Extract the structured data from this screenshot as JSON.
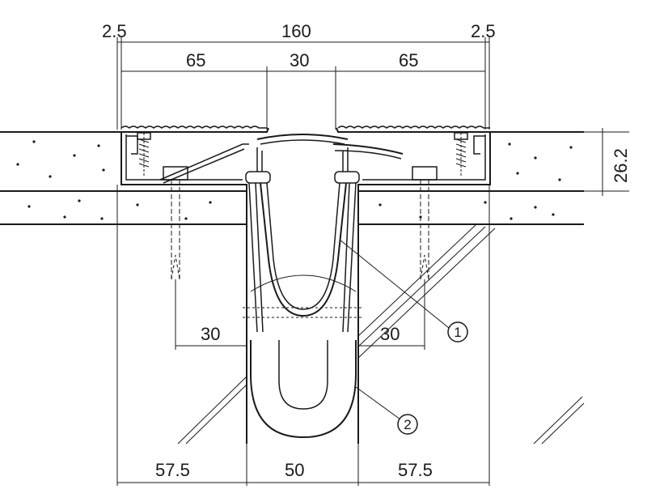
{
  "dimensions": {
    "top_left_gap": "2.5",
    "top_overall": "160",
    "top_right_gap": "2.5",
    "left_plate": "65",
    "center_gap": "30",
    "right_plate": "65",
    "cover_thickness": "26.2",
    "left_anchor_offset": "30",
    "right_anchor_offset": "30",
    "bottom_left": "57.5",
    "bottom_center": "50",
    "bottom_right": "57.5"
  },
  "callouts": {
    "item_1": "1",
    "item_2": "2"
  }
}
